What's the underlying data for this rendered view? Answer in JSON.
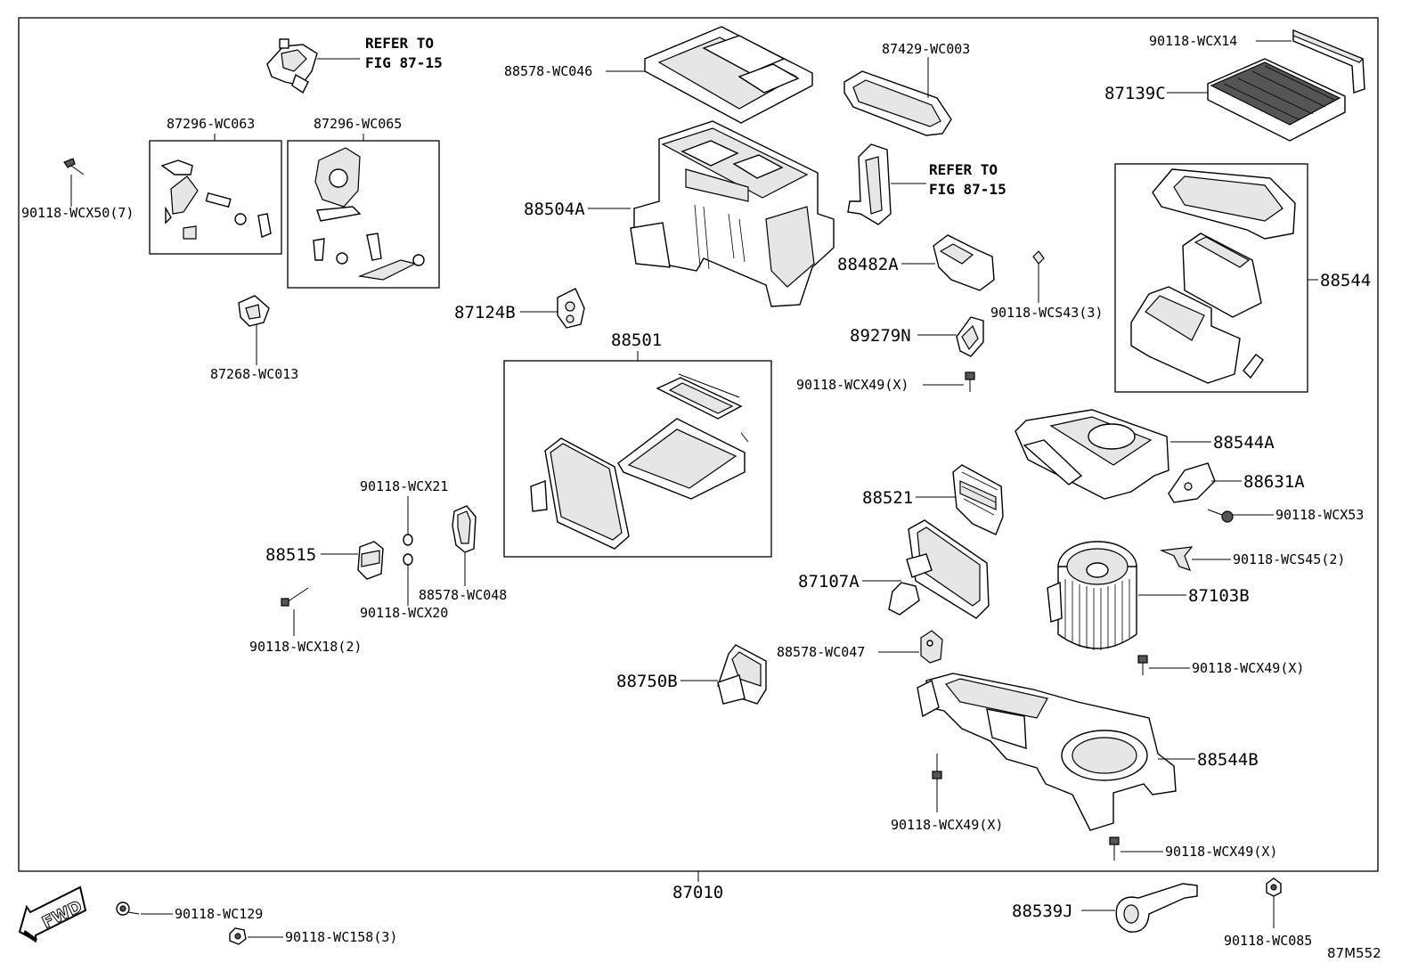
{
  "diagram_code": "87M552",
  "assembly_number": "87010",
  "fwd_label": "FWD",
  "refer_1": [
    "REFER TO",
    "FIG 87-15"
  ],
  "refer_2": [
    "REFER TO",
    "FIG 87-15"
  ],
  "parts": {
    "p_88578_wc046": "88578-WC046",
    "p_87429_wc003": "87429-WC003",
    "p_90118_wcx14": "90118-WCX14",
    "p_87139c": "87139C",
    "p_87296_wc063": "87296-WC063",
    "p_87296_wc065": "87296-WC065",
    "p_90118_wcx50": "90118-WCX50(7)",
    "p_88504a": "88504A",
    "p_88544": "88544",
    "p_88482a": "88482A",
    "p_90118_wcs43": "90118-WCS43(3)",
    "p_87124b": "87124B",
    "p_89279n": "89279N",
    "p_87268_wc013": "87268-WC013",
    "p_88501": "88501",
    "p_90118_wcx49_a": "90118-WCX49(X)",
    "p_88544a": "88544A",
    "p_88631a": "88631A",
    "p_90118_wcx53": "90118-WCX53",
    "p_90118_wcx21": "90118-WCX21",
    "p_88521": "88521",
    "p_88515": "88515",
    "p_90118_wcs45": "90118-WCS45(2)",
    "p_87107a": "87107A",
    "p_87103b": "87103B",
    "p_88578_wc048": "88578-WC048",
    "p_90118_wcx20": "90118-WCX20",
    "p_90118_wcx18": "90118-WCX18(2)",
    "p_88578_wc047": "88578-WC047",
    "p_90118_wcx49_b": "90118-WCX49(X)",
    "p_88750b": "88750B",
    "p_88544b": "88544B",
    "p_90118_wcx49_c": "90118-WCX49(X)",
    "p_90118_wcx49_d": "90118-WCX49(X)",
    "p_90118_wc129": "90118-WC129",
    "p_90118_wc158": "90118-WC158(3)",
    "p_88539j": "88539J",
    "p_90118_wc085": "90118-WC085"
  }
}
